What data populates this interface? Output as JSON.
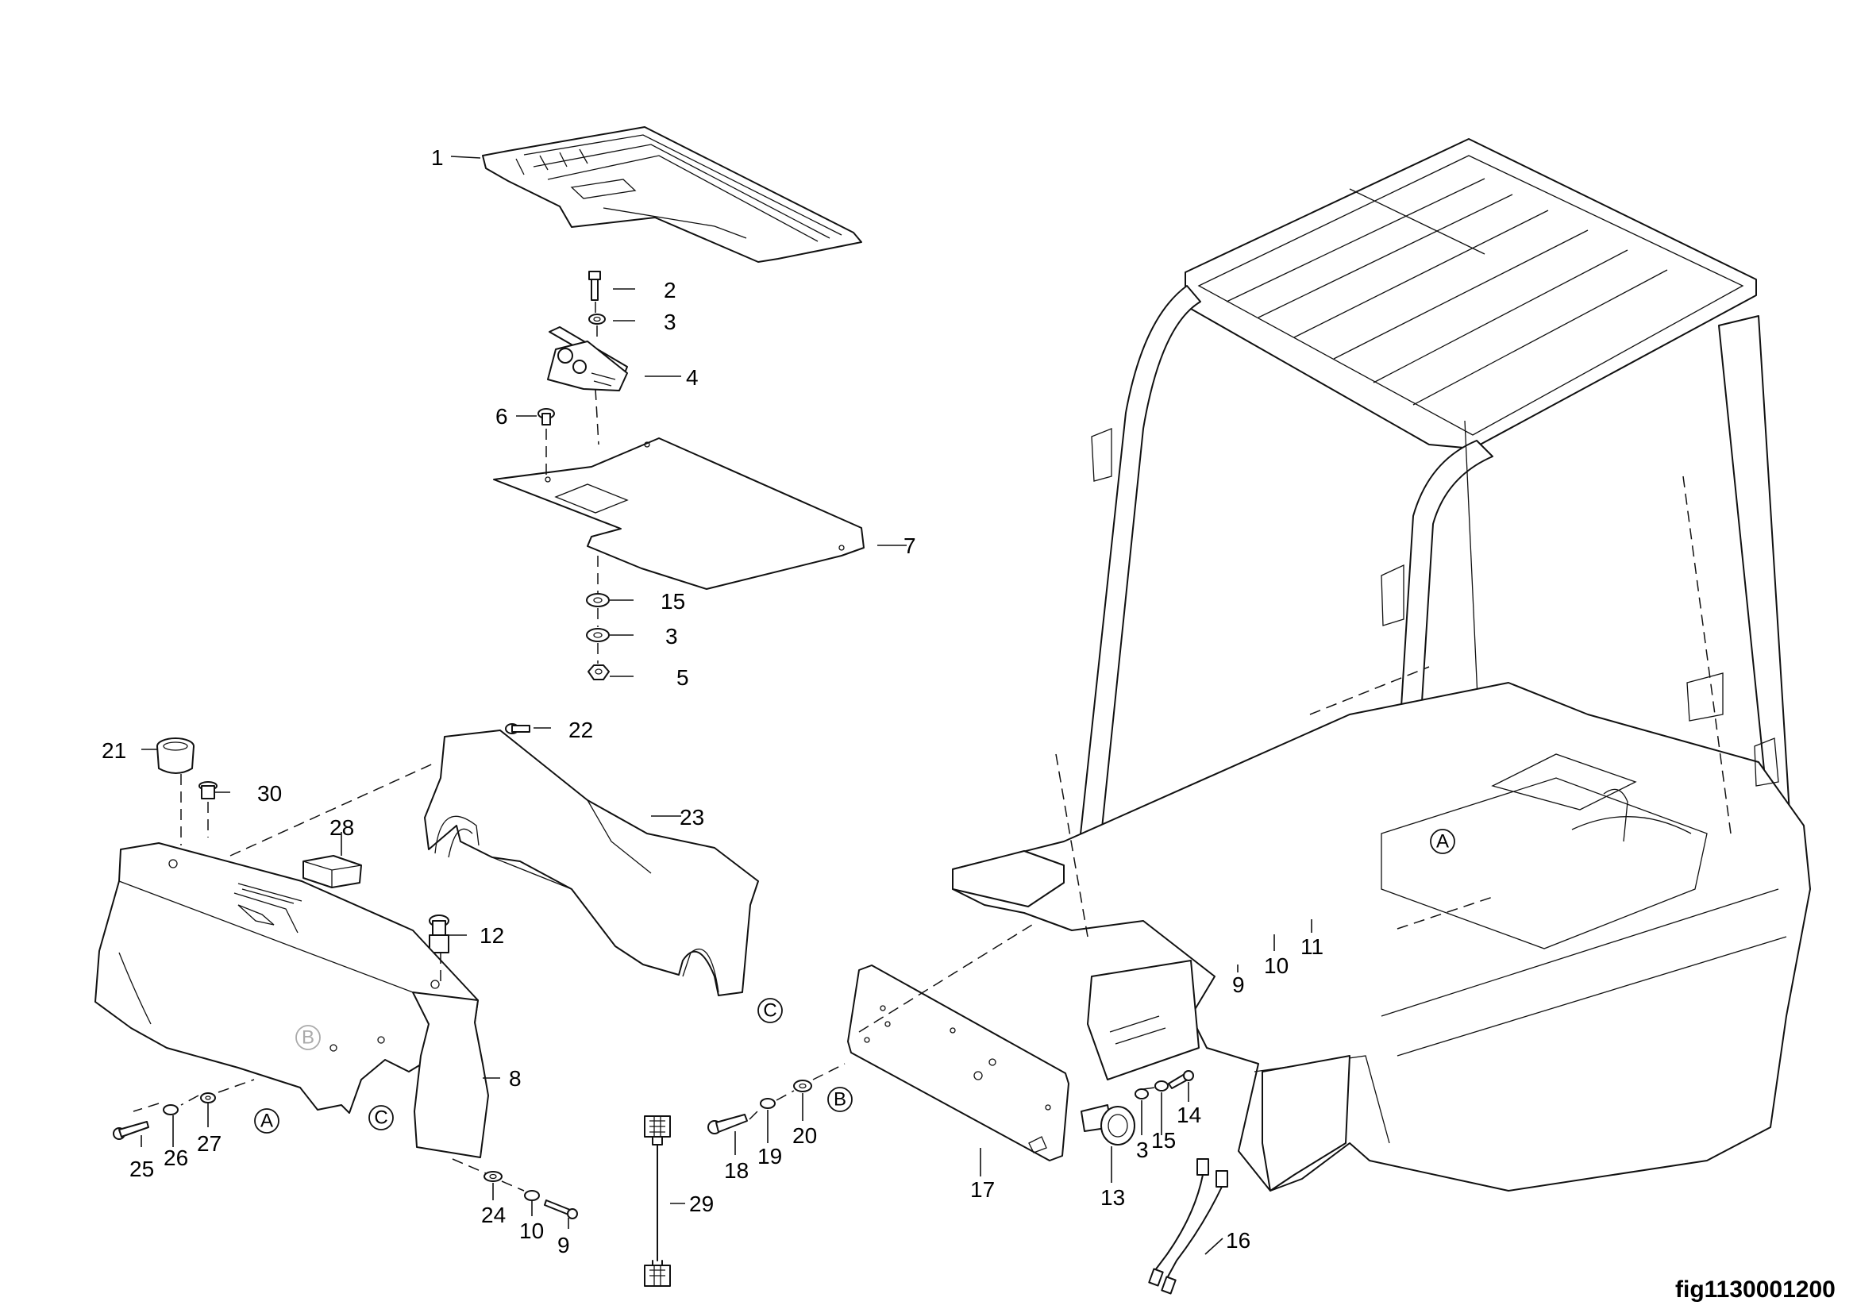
{
  "figure_id": "fig1130001200",
  "callouts": {
    "c1": "1",
    "c2": "2",
    "c3a": "3",
    "c4": "4",
    "c6": "6",
    "c7": "7",
    "c15a": "15",
    "c3b": "3",
    "c5": "5",
    "c21": "21",
    "c22": "22",
    "c30": "30",
    "c23": "23",
    "c28": "28",
    "c12": "12",
    "c8": "8",
    "c25": "25",
    "c26": "26",
    "c27": "27",
    "c24": "24",
    "c10a": "10",
    "c9a": "9",
    "c29": "29",
    "c18": "18",
    "c19": "19",
    "c20": "20",
    "c17": "17",
    "c13": "13",
    "c3c": "3",
    "c15b": "15",
    "c14": "14",
    "c16": "16",
    "c9b": "9",
    "c10b": "10",
    "c11": "11"
  },
  "ref_letters": {
    "a_left": "A",
    "b_left": "B",
    "c_left": "C",
    "c_right": "C",
    "b_plate": "B",
    "a_frame": "A"
  }
}
